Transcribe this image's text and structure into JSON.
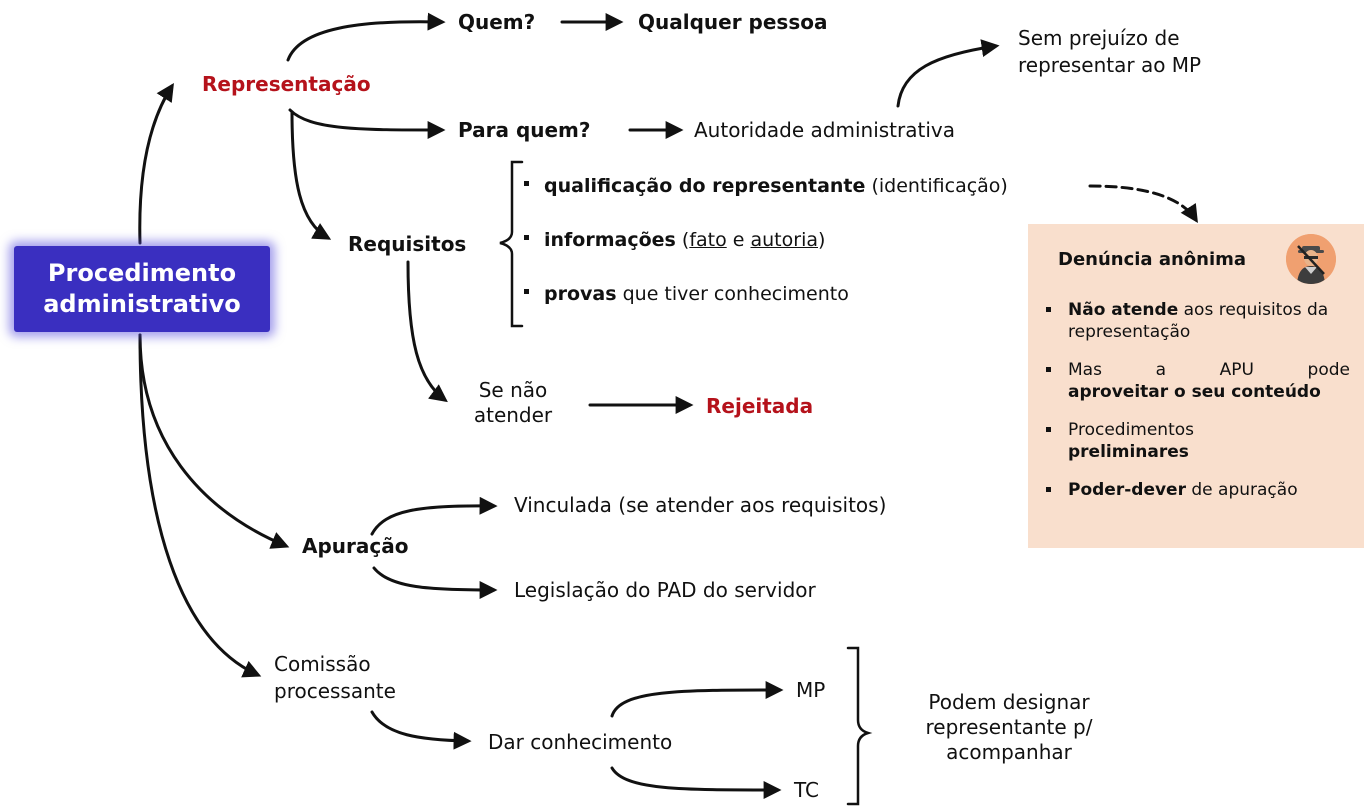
{
  "main": {
    "line1": "Procedimento",
    "line2": "administrativo"
  },
  "representacao": {
    "label": "Representação",
    "quem": {
      "q": "Quem?",
      "a": "Qualquer pessoa"
    },
    "para_quem": {
      "q": "Para quem?",
      "a": "Autoridade administrativa"
    },
    "sem_prejuizo": {
      "line1": "Sem prejuízo de",
      "line2": "representar ao MP"
    },
    "requisitos": {
      "label": "Requisitos",
      "items": [
        {
          "bold": "qualificação do representante",
          "rest": " (identificação)"
        },
        {
          "bold": "informações",
          "rest_a": " (",
          "u1": "fato",
          "mid": " e ",
          "u2": "autoria",
          "end": ")"
        },
        {
          "bold": "provas",
          "rest": " que tiver conhecimento"
        }
      ],
      "se_nao": {
        "line1": "Se não",
        "line2": "atender"
      },
      "rejeitada": "Rejeitada"
    }
  },
  "denuncia": {
    "title": "Denúncia anônima",
    "avatar_icon": "anonymous-spy-icon",
    "items": [
      {
        "b": "Não atende",
        "r": " aos requisitos da representação"
      },
      {
        "w": [
          "Mas",
          "a",
          "APU",
          "pode"
        ],
        "b": "aproveitar o seu conteúdo"
      },
      {
        "r": "Procedimentos",
        "b": "preliminares"
      },
      {
        "b": "Poder-dever",
        "r": " de apuração"
      }
    ]
  },
  "apuracao": {
    "label": "Apuração",
    "vinculada": "Vinculada (se atender aos requisitos)",
    "legislacao": "Legislação do PAD do servidor"
  },
  "comissao": {
    "line1": "Comissão",
    "line2": "processante",
    "dar": "Dar conhecimento",
    "mp": "MP",
    "tc": "TC",
    "podem": {
      "line1": "Podem designar",
      "line2": "representante p/",
      "line3": "acompanhar"
    }
  },
  "colors": {
    "main_box": "#3a2fc0",
    "accent_red": "#b5121b",
    "panel_bg": "#f9dfcd"
  }
}
